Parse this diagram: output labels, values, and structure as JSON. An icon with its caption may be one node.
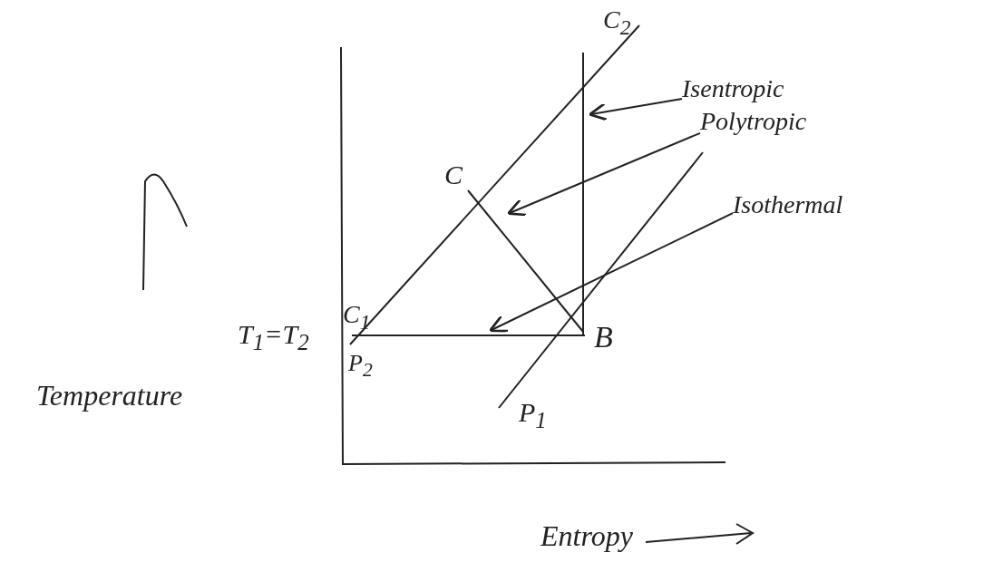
{
  "diagram": {
    "nodes": [
      {
        "text": [
          "Isentropic"
        ]
      },
      {
        "text": [
          "Polytropic"
        ]
      },
      {
        "text": [
          "Isothermal"
        ]
      }
    ],
    "edges": [
      {
        "from": 0,
        "to": null,
        "arrow": "to"
      },
      {
        "from": 1,
        "to": null,
        "arrow": "to"
      },
      {
        "from": 2,
        "to": null,
        "arrow": "to"
      }
    ],
    "labels": [
      "C$_{2}$",
      "C",
      "C$_{1}$",
      "T$_{1}$=T$_{2}$",
      "P$_{2}$",
      "B",
      "P$_{1}$",
      "Temperature",
      "Entropy"
    ]
  }
}
